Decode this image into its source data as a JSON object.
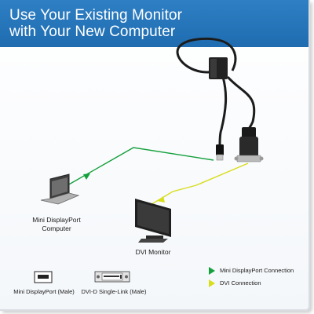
{
  "title": {
    "line1": "Use Your Existing Monitor",
    "line2": "with Your New Computer"
  },
  "devices": {
    "computer_label_line1": "Mini DisplayPort",
    "computer_label_line2": "Computer",
    "monitor_label": "DVI Monitor"
  },
  "connectors": {
    "mini_dp_label": "Mini DisplayPort (Male)",
    "dvi_label": "DVI-D Single-Link (Male)"
  },
  "legend": {
    "mini_dp_connection": "Mini DisplayPort Connection",
    "dvi_connection": "DVI Connection"
  },
  "colors": {
    "header_blue": "#2777bd",
    "mini_dp_line": "#14a03c",
    "dvi_line": "#d8dd1c"
  }
}
